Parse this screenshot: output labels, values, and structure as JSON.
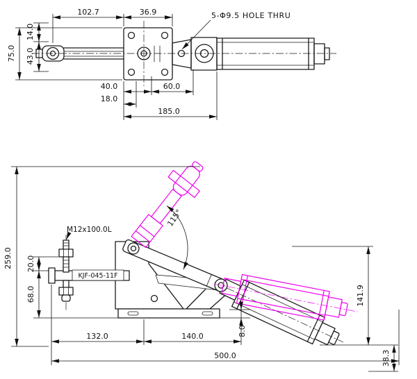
{
  "colors": {
    "line": "#1a1a1a",
    "dim": "#111111",
    "phantom": "#ee00ee",
    "background": "#ffffff"
  },
  "top_view": {
    "hole_note": "5-Φ9.5 HOLE THRU",
    "dims": {
      "arm_length": "102.7",
      "body_width": "36.9",
      "offset_top": "14.0",
      "overall_height": "75.0",
      "lower_height": "43.0",
      "hole_offset": "40.0",
      "hole_pitch": "60.0",
      "edge_offset": "18.0",
      "overall_length": "185.0"
    }
  },
  "side_view": {
    "spindle_label": "M12x100.0L",
    "model_number": "KJF-045-11F",
    "opening_angle": "115°",
    "dims": {
      "overall_height": "259.0",
      "bar_offset": "20.0",
      "bar_height": "68.0",
      "base_front": "132.0",
      "base_rear": "140.0",
      "base_thickness": "8.0",
      "overall_length": "500.0",
      "cylinder_height": "141.9",
      "cylinder_drop": "38.3"
    }
  }
}
